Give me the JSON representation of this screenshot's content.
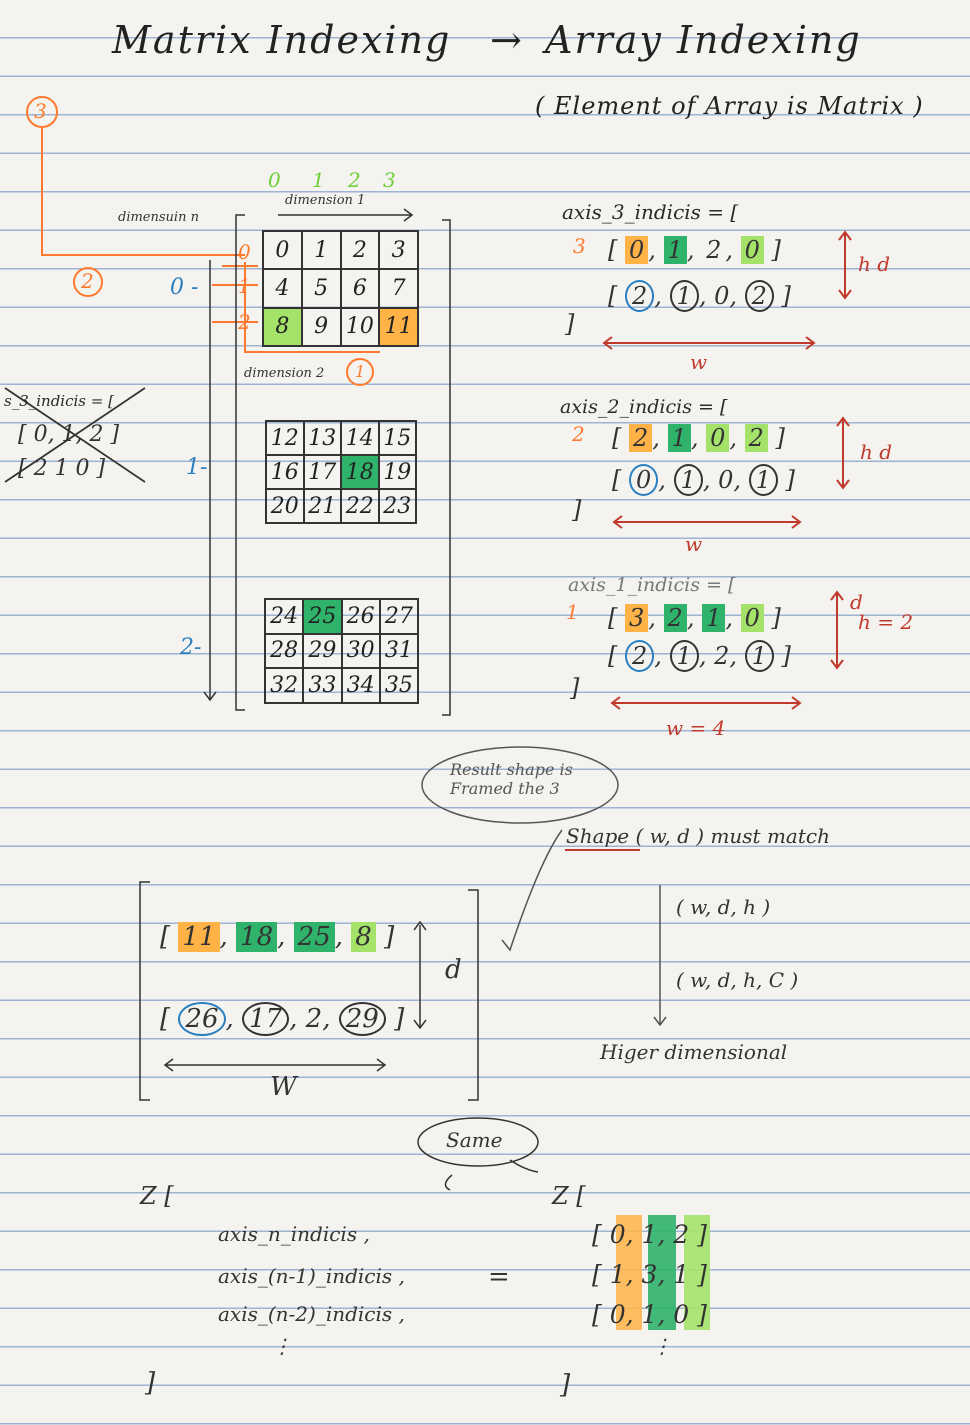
{
  "title": {
    "left": "Matrix Indexing",
    "arrow": "→",
    "right": "Array Indexing"
  },
  "subtitle": "( Element of Array is Matrix )",
  "labels": {
    "dimension_n": "dimensuin n",
    "dimension_1": "dimension 1",
    "dimension_2": "dimension 2",
    "col_idx": [
      "0",
      "1",
      "2",
      "3"
    ],
    "row_idx": [
      "0",
      "1",
      "2"
    ],
    "block_idx": [
      "0 -",
      "1-",
      "2-"
    ],
    "circ1": "1",
    "circ2": "2",
    "circ3": "3"
  },
  "matrices": [
    [
      "0",
      "1",
      "2",
      "3",
      "4",
      "5",
      "6",
      "7",
      "8",
      "9",
      "10",
      "11"
    ],
    [
      "12",
      "13",
      "14",
      "15",
      "16",
      "17",
      "18",
      "19",
      "20",
      "21",
      "22",
      "23"
    ],
    [
      "24",
      "25",
      "26",
      "27",
      "28",
      "29",
      "30",
      "31",
      "32",
      "33",
      "34",
      "35"
    ]
  ],
  "crossed": {
    "head": "s_3_indicis = [",
    "r1": "[ 0, 1, 2 ]",
    "r2": "[ 2  1  0 ]"
  },
  "axis3": {
    "head": "axis_3_indicis = [",
    "r1": [
      "0",
      "1",
      "2",
      "0"
    ],
    "r2": [
      "2",
      "1",
      "0",
      "2"
    ],
    "close": "]",
    "h": "h d",
    "w": "w"
  },
  "axis2": {
    "head": "axis_2_indicis = [",
    "r1": [
      "2",
      "1",
      "0",
      "2"
    ],
    "r2": [
      "0",
      "1",
      "0",
      "1"
    ],
    "close": "]",
    "h": "h d",
    "w": "w"
  },
  "axis1": {
    "head": "axis_1_indicis = [",
    "r1": [
      "3",
      "2",
      "1",
      "0"
    ],
    "r2": [
      "2",
      "1",
      "2",
      "1"
    ],
    "close": "]",
    "h": "d",
    "h2": "h = 2",
    "w": "w = 4"
  },
  "bubble": "Result shape is Framed the 3",
  "shape": {
    "title": "Shape ( w, d )  must match",
    "l1": "( w, d, h )",
    "l2": "( w, d, h, C )",
    "l3": "Higer dimensional"
  },
  "result": {
    "r1": [
      "11",
      "18",
      "25",
      "8"
    ],
    "r2": [
      "26",
      "17",
      "2",
      "29"
    ],
    "d": "d",
    "w": "W"
  },
  "same": "Same",
  "bottom_left": {
    "z": "Z [",
    "l1": "axis_n_indicis ,",
    "l2": "axis_(n-1)_indicis ,",
    "l3": "axis_(n-2)_indicis ,",
    "dots": "⋮",
    "close": "]"
  },
  "equals": "=",
  "bottom_right": {
    "z": "Z [",
    "r1": "[ 0, 1, 2 ]",
    "r2": "[ 1, 3, 1 ]",
    "r3": "[ 0, 1, 0 ]",
    "dots": "⋮",
    "close": "]"
  },
  "colors": {
    "orange": "#ff7a2e",
    "blue": "#2a7fc0",
    "green": "#2fb36a",
    "lightgreen": "#a5e26a",
    "red": "#c0392b",
    "highlight_orange": "#ffb347"
  }
}
